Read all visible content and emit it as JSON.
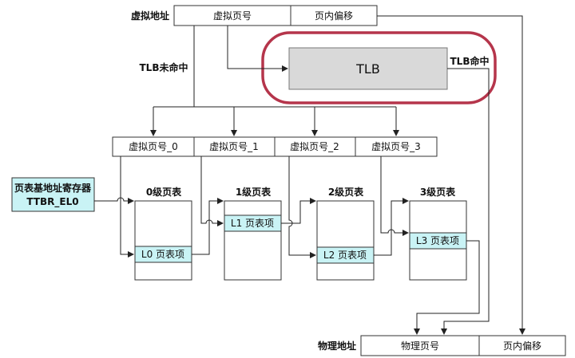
{
  "virtual_address": {
    "label": "虚拟地址",
    "fields": [
      "虚拟页号",
      "页内偏移"
    ]
  },
  "tlb": {
    "label": "TLB",
    "miss_label": "TLB未命中",
    "hit_label": "TLB命中"
  },
  "vpn_parts": [
    "虚拟页号_0",
    "虚拟页号_1",
    "虚拟页号_2",
    "虚拟页号_3"
  ],
  "ttbr": {
    "line1": "页表基地址寄存器",
    "line2": "TTBR_EL0"
  },
  "page_tables": [
    {
      "title": "0级页表",
      "entry": "L0 页表项"
    },
    {
      "title": "1级页表",
      "entry": "L1 页表项"
    },
    {
      "title": "2级页表",
      "entry": "L2 页表项"
    },
    {
      "title": "3级页表",
      "entry": "L3 页表项"
    }
  ],
  "physical_address": {
    "label": "物理地址",
    "fields": [
      "物理页号",
      "页内偏移"
    ]
  },
  "colors": {
    "tlb_fill": "#d9d9d9",
    "highlight_ring": "#b5354b",
    "entry_fill": "#c9f3f5",
    "ttbr_fill": "#c9f3f5"
  }
}
